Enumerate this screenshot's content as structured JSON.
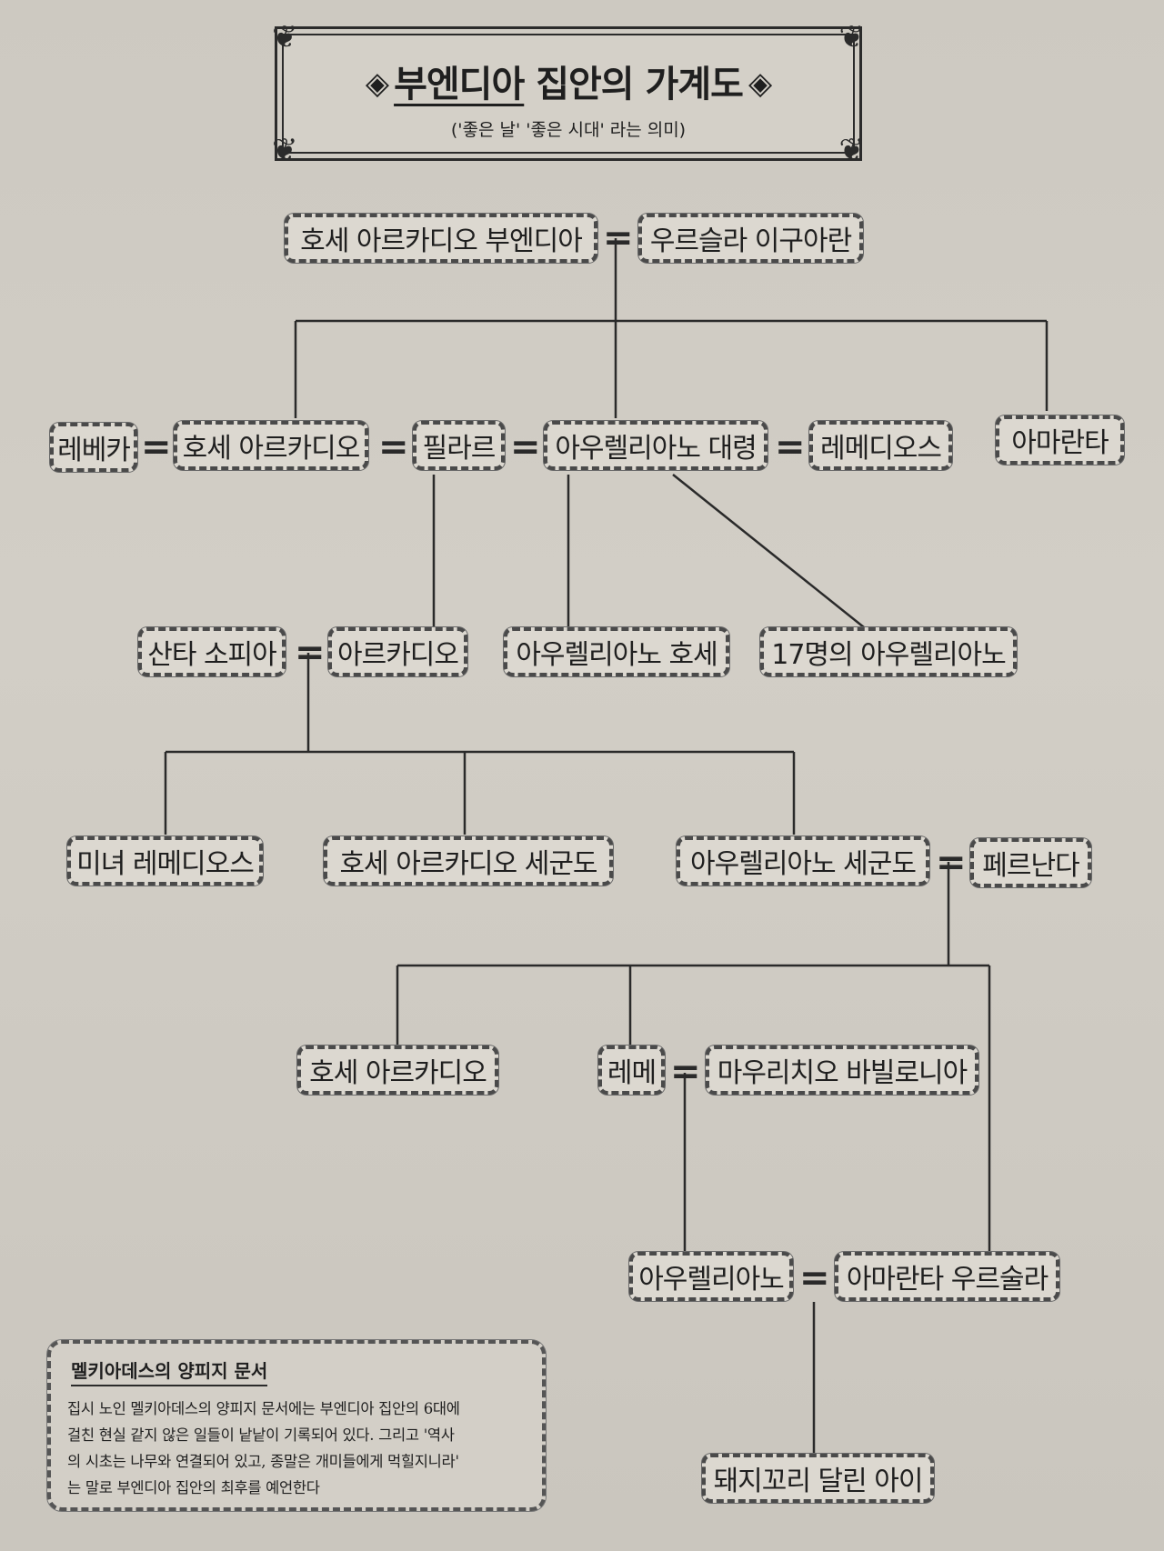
{
  "title": {
    "left_ornament": "◈",
    "family": "부엔디아",
    "rest": "집안의 가계도",
    "right_ornament": "◈",
    "subtitle": "('좋은 날' '좋은 시대' 라는 의미)"
  },
  "people": {
    "jose_arcadio_buendia": "호세 아르카디오 부엔디아",
    "ursula": "우르슬라 이구아란",
    "rebeca": "레베카",
    "jose_arcadio": "호세 아르카디오",
    "pilar": "필라르",
    "aureliano_colonel": "아우렐리아노 대령",
    "remedios": "레메디오스",
    "amaranta": "아마란타",
    "santa_sofia": "산타 소피아",
    "arcadio": "아르카디오",
    "aureliano_jose": "아우렐리아노 호세",
    "seventeen_aurelianos": "17명의 아우렐리아노",
    "remedios_beauty": "미녀 레메디오스",
    "jose_arcadio_segundo": "호세 아르카디오 세군도",
    "aureliano_segundo": "아우렐리아노 세군도",
    "fernanda": "페르난다",
    "jose_arcadio_2": "호세 아르카디오",
    "meme": "레메",
    "mauricio": "마우리치오 바빌로니아",
    "aureliano": "아우렐리아노",
    "amaranta_ursula": "아마란타 우르술라",
    "pig_tail_child": "돼지꼬리 달린 아이"
  },
  "marriage_symbol": "=",
  "info": {
    "title": "멜키아데스의 양피지 문서",
    "lines": [
      "집시 노인 멜키아데스의 양피지 문서에는 부엔디아 집안의 6대에",
      "걸친 현실 같지 않은 일들이 낱낱이 기록되어 있다. 그리고 '역사",
      "의 시초는 나무와 연결되어 있고, 종말은 개미들에게 먹힐지니라'",
      "는 말로 부엔디아 집안의 최후를 예언한다"
    ]
  }
}
